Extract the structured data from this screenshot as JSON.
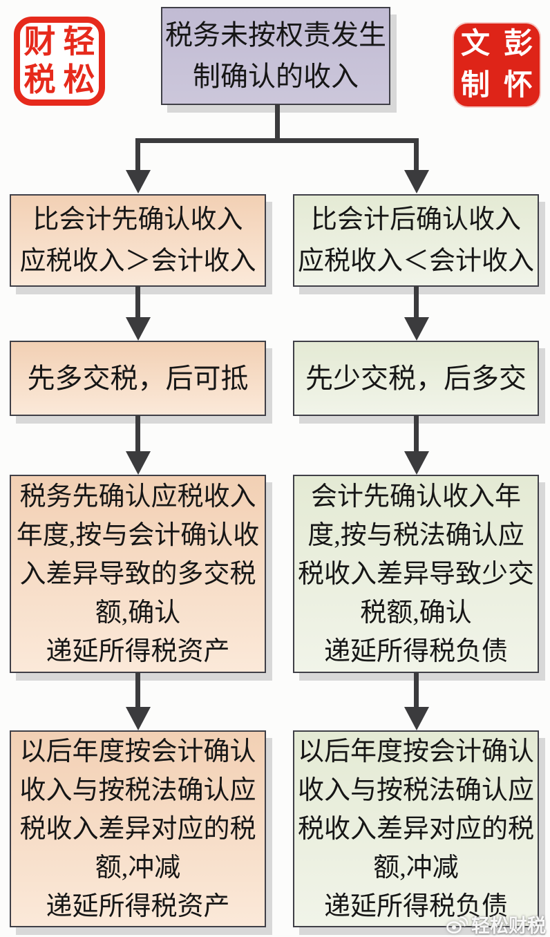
{
  "seals": {
    "left": {
      "name": "轻松财税",
      "chars": [
        "财",
        "轻",
        "税",
        "松"
      ],
      "color": "#e62a1c"
    },
    "right": {
      "name": "彭怀文制",
      "chars": [
        "文",
        "彭",
        "制",
        "怀"
      ],
      "color": "#de2418"
    }
  },
  "flow": {
    "root": {
      "lines": [
        "税务未按权责发生",
        "制确认的收入"
      ],
      "bg": "#c6c1d8"
    },
    "left": {
      "accent": "#f5d6bd",
      "steps": [
        {
          "lines": [
            "比会计先确认收入",
            "应税收入＞会计收入"
          ]
        },
        {
          "lines": [
            "先多交税，后可抵"
          ]
        },
        {
          "lines": [
            "税务先确认应税收入",
            "年度,按与会计确认收",
            "入差异导致的多交税",
            "额,确认",
            "递延所得税资产"
          ]
        },
        {
          "lines": [
            "以后年度按会计确认",
            "收入与按税法确认应",
            "税收入差异对应的税",
            "额,冲减",
            "递延所得税资产"
          ]
        }
      ]
    },
    "right": {
      "accent": "#e9eedd",
      "steps": [
        {
          "lines": [
            "比会计后确认收入",
            "应税收入＜会计收入"
          ]
        },
        {
          "lines": [
            "先少交税，后多交"
          ]
        },
        {
          "lines": [
            "会计先确认收入年",
            "度,按与税法确认应",
            "税收入差异导致少交",
            "税额,确认",
            "递延所得税负债"
          ]
        },
        {
          "lines": [
            "以后年度按会计确认",
            "收入与按税法确认应",
            "税收入差异对应的税",
            "额,冲减",
            "递延所得税负债"
          ]
        }
      ]
    }
  },
  "watermark": {
    "label": "轻松财税"
  }
}
